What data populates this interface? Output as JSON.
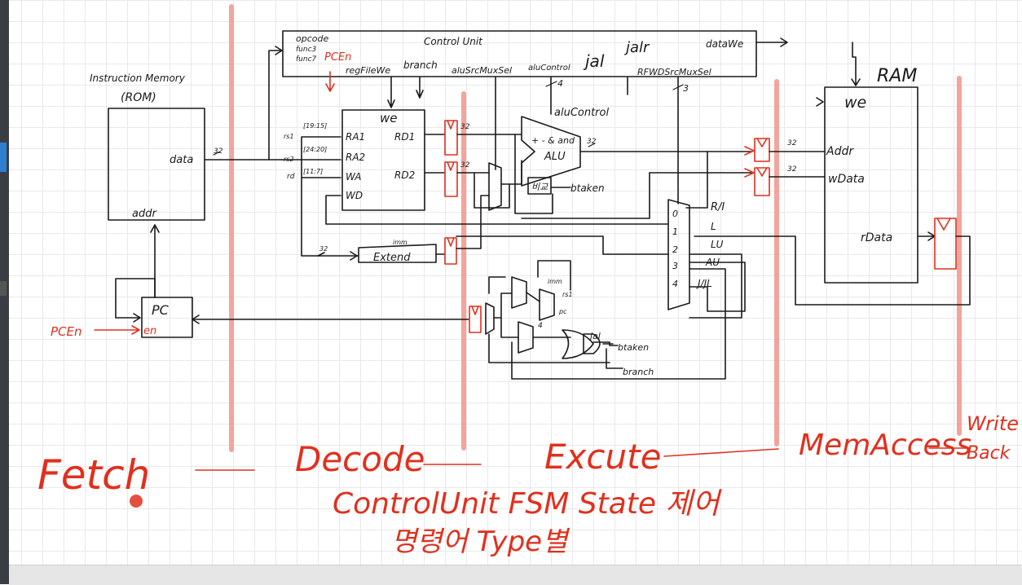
{
  "blocks": {
    "control_unit": "Control Unit",
    "opcode": "opcode",
    "funct3": "func3",
    "funct7": "func7",
    "pcen": "PCEn",
    "reg_file_we": "regFileWe",
    "branch": "branch",
    "alu_src_mux_sel": "aluSrcMuxSel",
    "alu_control": "aluControl",
    "alu_control_width": "4",
    "jal": "jal",
    "jalr": "jalr",
    "rfwd_src_mux_sel": "RFWDSrcMuxSel",
    "rfwd_width": "3",
    "data_we": "dataWe",
    "instr_mem_title": "Instruction Memory",
    "instr_mem_sub": "(ROM)",
    "instr_data": "data",
    "instr_addr": "addr",
    "rf_we": "we",
    "ra1": "RA1",
    "ra2": "RA2",
    "wa": "WA",
    "wd": "WD",
    "rd1": "RD1",
    "rd2": "RD2",
    "rs1_bits": "[19:15]",
    "rs2_bits": "[24:20]",
    "rd_bits": "[11:7]",
    "rs1": "rs1",
    "rs2": "rs2",
    "rd": "rd",
    "bus32": "32",
    "extend": "Extend",
    "imm": "imm",
    "alu": "ALU",
    "alu_ops": "+ - & and",
    "alu_control_lbl": "aluControl",
    "comparator": "비교",
    "btaken": "btaken",
    "ram": "RAM",
    "ram_we": "we",
    "ram_addr": "Addr",
    "ram_wdata": "wData",
    "ram_rdata": "rData",
    "mux_in0": "0",
    "mux_in1": "1",
    "mux_in2": "2",
    "mux_in3": "3",
    "mux_in4": "4",
    "mux_r_i": "R/I",
    "mux_l": "L",
    "mux_lu": "LU",
    "mux_au": "AU",
    "mux_j": "J/JL",
    "pc": "PC",
    "pc_en": "en",
    "pcen_input": "PCEn",
    "pc_adder_imm": "imm",
    "pc_adder_pc": "pc",
    "pc_adder_rs1": "rs1",
    "pc_adder_four": "4",
    "gate_jal": "jal",
    "gate_btaken": "btaken",
    "gate_branch": "branch"
  },
  "stages": {
    "fetch": "Fetch",
    "decode": "Decode",
    "execute": "Excute",
    "mem_access": "MemAccess",
    "write_back_1": "Write",
    "write_back_2": "Back"
  },
  "notes": {
    "line1": "ControlUnit FSM State 제어",
    "line2": "명령어 Type별"
  },
  "colors": {
    "ink": "#1a1a1a",
    "annotation_red": "#e0301e",
    "stage_divider": "#f29b93"
  }
}
